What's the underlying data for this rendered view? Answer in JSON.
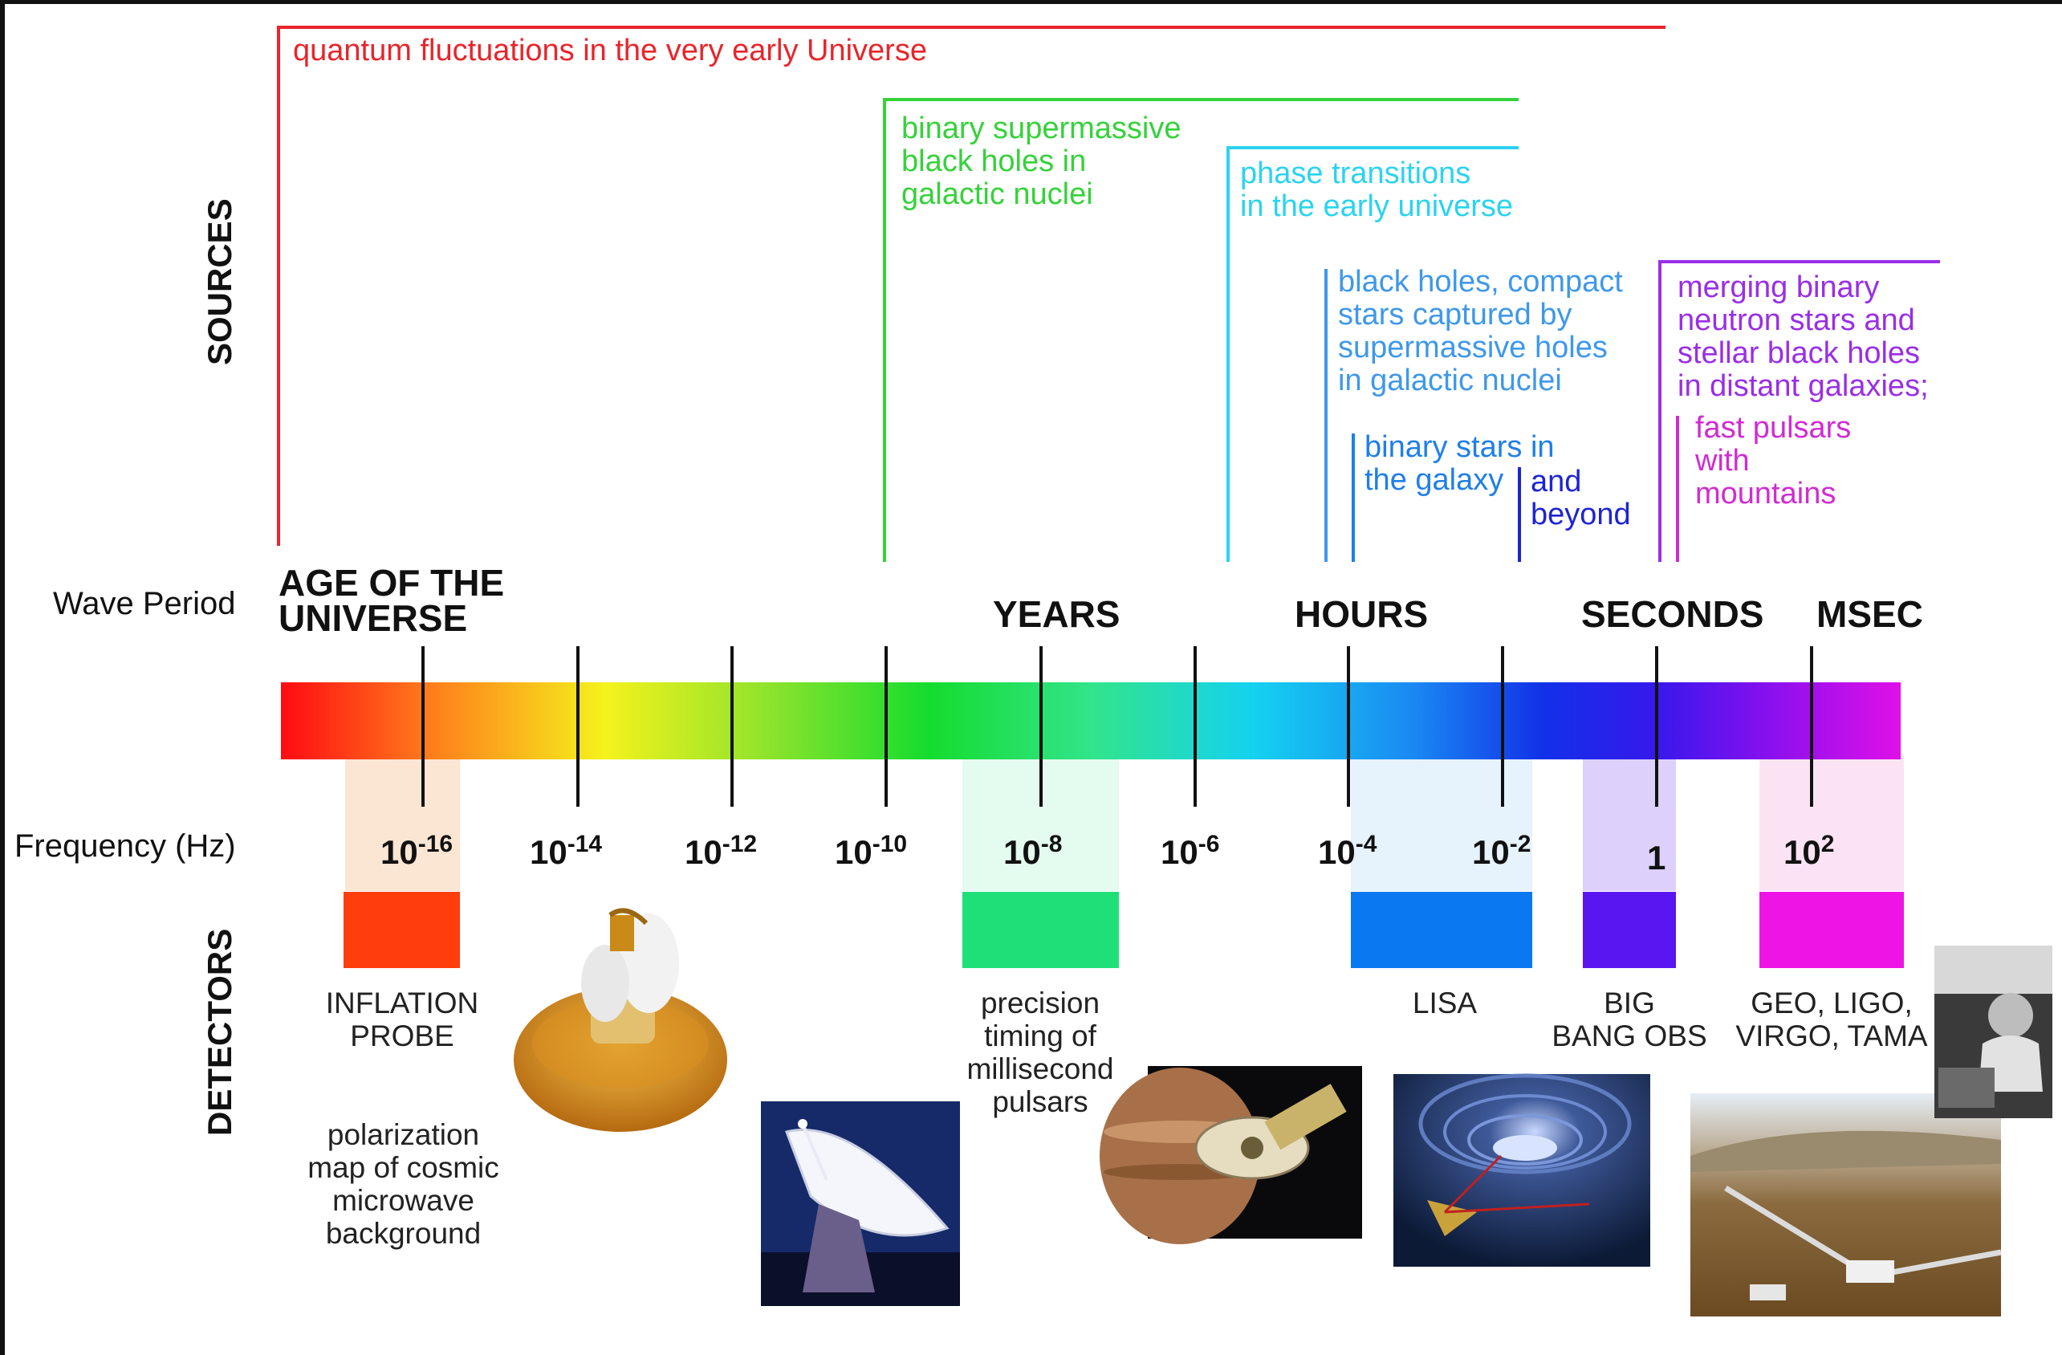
{
  "section_labels": {
    "sources": "SOURCES",
    "detectors": "DETECTORS",
    "wave_period": "Wave Period",
    "frequency": "Frequency (Hz)"
  },
  "sources": [
    {
      "id": "quantum",
      "text": "quantum fluctuations in the very early Universe",
      "color": "#e8252b"
    },
    {
      "id": "smbh",
      "text": "binary supermassive\nblack holes in\ngalactic nuclei",
      "color": "#35d23a"
    },
    {
      "id": "phase",
      "text": "phase transitions\nin the early universe",
      "color": "#2bd3f0"
    },
    {
      "id": "captured",
      "text": "black holes, compact\nstars captured by\nsupermassive holes\nin galactic nuclei",
      "color": "#3f98ea"
    },
    {
      "id": "galaxy",
      "text": "binary stars in\nthe galaxy",
      "color": "#1f7fe8"
    },
    {
      "id": "beyond",
      "text": "and\nbeyond",
      "color": "#1d24d4"
    },
    {
      "id": "neutron",
      "text": "merging binary\nneutron stars and\nstellar black holes\nin distant galaxies;",
      "color": "#9a2ee6"
    },
    {
      "id": "pulsars",
      "text": "fast pulsars\nwith\nmountains",
      "color": "#d02cd2"
    }
  ],
  "wave_periods": {
    "age": "AGE OF THE\nUNIVERSE",
    "years": "YEARS",
    "hours": "HOURS",
    "seconds": "SECONDS",
    "msec": "MSEC"
  },
  "frequencies": [
    {
      "base": "10",
      "exp": "-16"
    },
    {
      "base": "10",
      "exp": "-14"
    },
    {
      "base": "10",
      "exp": "-12"
    },
    {
      "base": "10",
      "exp": "-10"
    },
    {
      "base": "10",
      "exp": "-8"
    },
    {
      "base": "10",
      "exp": "-6"
    },
    {
      "base": "10",
      "exp": "-4"
    },
    {
      "base": "10",
      "exp": "-2"
    },
    {
      "base": "1",
      "exp": ""
    },
    {
      "base": "10",
      "exp": "2"
    }
  ],
  "detectors": {
    "inflation": "INFLATION\nPROBE",
    "inflation_desc": "polarization\nmap of cosmic\nmicrowave\nbackground",
    "pulsar_timing": "precision\ntiming of\nmillisecond\npulsars",
    "lisa": "LISA",
    "bbo": "BIG\nBANG OBS",
    "ground": "GEO, LIGO,\nVIRGO, TAMA"
  },
  "colors": {
    "inflation_box": "#ff3d0d",
    "pulsar_box": "#1fe078",
    "lisa_box": "#0a78f0",
    "bbo_box": "#5a16f0",
    "ground_box": "#ee14e6"
  }
}
